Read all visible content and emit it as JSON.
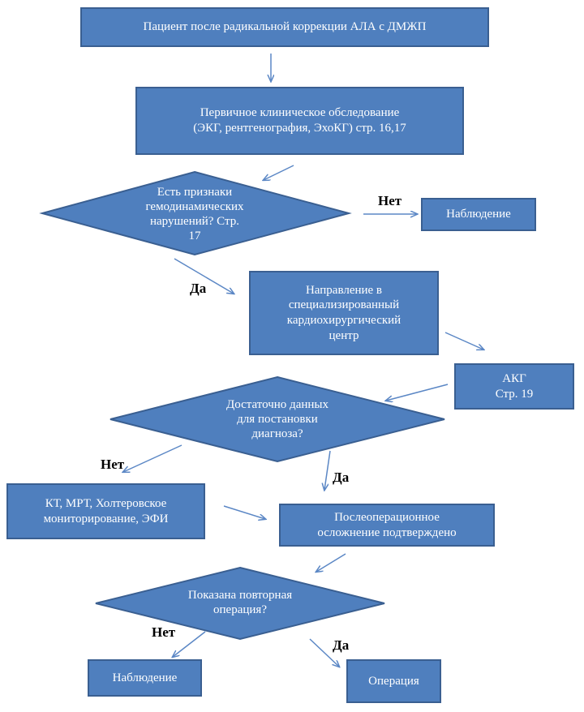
{
  "colors": {
    "box_fill": "#4f7fbe",
    "box_border": "#3a5f91",
    "arrow": "#5b87c5",
    "text": "#ffffff"
  },
  "nodes": {
    "start": [
      "Пациент после радикальной коррекции АЛА с ДМЖП"
    ],
    "exam": [
      "Первичное клиническое обследование",
      "(ЭКГ, рентгенография, ЭхоКГ) стр. 16,17"
    ],
    "decision1": [
      "Есть признаки",
      "гемодинамических",
      "нарушений? Стр.",
      "17"
    ],
    "observe1": [
      "Наблюдение"
    ],
    "referral": [
      "Направление в",
      "специализированный",
      "кардиохирургический",
      "центр"
    ],
    "akg": [
      "АКГ",
      "Стр. 19"
    ],
    "decision2": [
      "Достаточно данных",
      "для постановки",
      "диагноза?"
    ],
    "kt": [
      "КТ, МРТ, Холтеровское",
      "мониторирование, ЭФИ"
    ],
    "confirmed": [
      "Послеоперационное",
      "осложнение подтверждено"
    ],
    "decision3": [
      "Показана повторная",
      "операция?"
    ],
    "observe2": [
      "Наблюдение"
    ],
    "operation": [
      "Операция"
    ]
  },
  "labels": {
    "no1": "Нет",
    "yes1": "Да",
    "no2": "Нет",
    "yes2": "Да",
    "no3": "Нет",
    "yes3": "Да"
  }
}
